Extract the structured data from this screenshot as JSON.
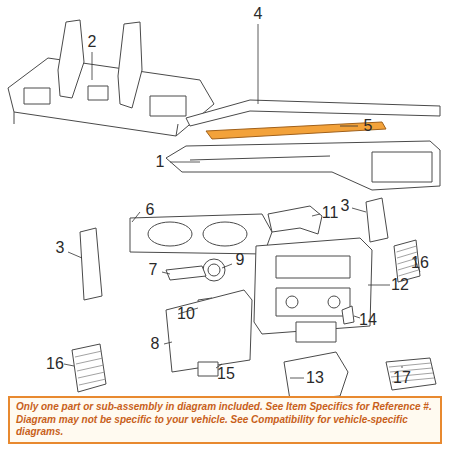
{
  "diagram": {
    "nodes": [
      {
        "text": [
          "Only one part or sub-assembly in diagram included. See Item Specifics for Reference #. Diagram may not be specific to your vehicle. See Compatibility for vehicle-specific diagrams."
        ]
      }
    ],
    "labels": [
      "2",
      "4",
      "5",
      "1",
      "3",
      "6",
      "11",
      "16",
      "3",
      "9",
      "12",
      "7",
      "14",
      "10",
      "8",
      "16",
      "15",
      "13",
      "17"
    ]
  }
}
